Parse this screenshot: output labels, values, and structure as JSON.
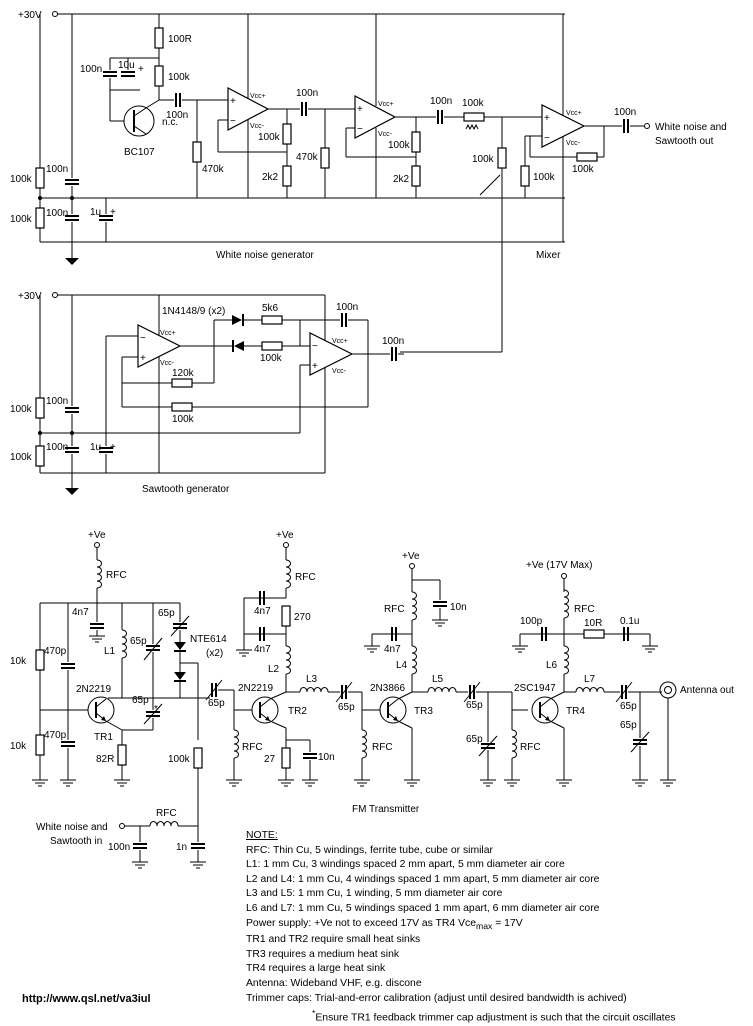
{
  "labels": {
    "v30_top": "+30V",
    "v30_saw": "+30V",
    "r100R": "100R",
    "c100n_a": "100n",
    "c10u": "10u",
    "r100k_a": "100k",
    "bc107": "BC107",
    "nc": "n.c.",
    "c100n_b": "100n",
    "r470k_a": "470k",
    "r100k_b": "100k",
    "r2k2_a": "2k2",
    "c100n_c": "100n",
    "r470k_b": "470k",
    "r100k_c": "100k",
    "r2k2_b": "2k2",
    "c100n_d": "100n",
    "r100k_pot": "100k",
    "r100k_d": "100k",
    "r100k_e": "100k",
    "r100k_f": "100k",
    "c100n_out": "100n",
    "out_label1": "White noise and",
    "out_label2": "Sawtooth out",
    "r100k_div1": "100k",
    "c100n_div1": "100n",
    "r100k_div2": "100k",
    "c100n_div2": "100n",
    "c1u_a": "1u",
    "wn_title": "White noise generator",
    "mixer_title": "Mixer",
    "vcc_plus": "Vcc+",
    "vcc_minus": "Vcc-",
    "plus": "+",
    "minus": "−",
    "diode_label": "1N4148/9 (x2)",
    "r5k6": "5k6",
    "c100n_saw": "100n",
    "r100k_saw1": "100k",
    "r120k": "120k",
    "r100k_saw2": "100k",
    "c100n_saw_out": "100n",
    "r100k_saw3": "100k",
    "c100n_saw3": "100n",
    "r100k_saw4": "100k",
    "c100n_saw4": "100n",
    "c1u_b": "1u",
    "saw_title": "Sawtooth generator",
    "ve1": "+Ve",
    "rfc1": "RFC",
    "c4n7_1": "4n7",
    "c65p_1": "65p",
    "nte614": "NTE614",
    "x2": "(x2)",
    "l1": "L1",
    "c65p_2": "65p",
    "r10k_1": "10k",
    "c470p_1": "470p",
    "tr_2n2219_a": "2N2219",
    "c65p_3": "65p",
    "star": "*",
    "tr1": "TR1",
    "r10k_2": "10k",
    "c470p_2": "470p",
    "r82R": "82R",
    "r100k_tx": "100k",
    "c65p_4": "65p",
    "rfc2": "RFC",
    "ve2": "+Ve",
    "rfc3": "RFC",
    "c4n7_2": "4n7",
    "r270": "270",
    "c4n7_3": "4n7",
    "l2": "L2",
    "tr_2n2219_b": "2N2219",
    "l3": "L3",
    "tr2": "TR2",
    "c65p_5": "65p",
    "r27": "27",
    "c10n_1": "10n",
    "ve3": "+Ve",
    "rfc4": "RFC",
    "c10n_2": "10n",
    "c4n7_4": "4n7",
    "l4": "L4",
    "tr_2n3866": "2N3866",
    "l5": "L5",
    "tr3": "TR3",
    "c65p_6": "65p",
    "rfc5": "RFC",
    "c65p_7": "65p",
    "ve4": "+Ve (17V Max)",
    "rfc6": "RFC",
    "c100p": "100p",
    "r10R": "10R",
    "c01u": "0.1u",
    "l6": "L6",
    "tr_2sc1947": "2SC1947",
    "l7": "L7",
    "tr4": "TR4",
    "c65p_8": "65p",
    "c65p_9": "65p",
    "antenna_out": "Antenna out",
    "fm_title": "FM Transmitter",
    "in_label1": "White noise and",
    "in_label2": "Sawtooth in",
    "rfc7": "RFC",
    "c100n_in": "100n",
    "c1n": "1n"
  },
  "notes": {
    "heading": "NOTE:",
    "lines": [
      "RFC: Thin Cu, 5 windings, ferrite tube, cube or similar",
      "L1: 1 mm Cu, 3 windings spaced 2 mm apart, 5 mm diameter air core",
      "L2 and L4: 1 mm Cu, 4 windings spaced 1 mm apart, 5 mm diameter air core",
      "L3 and L5: 1 mm Cu, 1 winding, 5 mm diameter air core",
      "L6 and L7: 1 mm Cu, 5 windings spaced 1 mm apart, 6 mm diameter air core"
    ],
    "power_pre": "Power supply: +Ve not to exceed 17V as TR4 Vce",
    "power_sub": "max",
    "power_post": " = 17V",
    "lines2": [
      "TR1 and TR2 require small heat sinks",
      "TR3 requires a medium heat sink",
      "TR4 requires a large heat sink",
      "Antenna: Wideband VHF, e.g. discone",
      "Trimmer caps: Trial-and-error calibration (adjust until desired bandwidth is achived)"
    ],
    "footnote_star": "*",
    "footnote": "Ensure TR1 feedback trimmer cap adjustment is such that the circuit oscillates"
  },
  "url": "http://www.qsl.net/va3iul"
}
